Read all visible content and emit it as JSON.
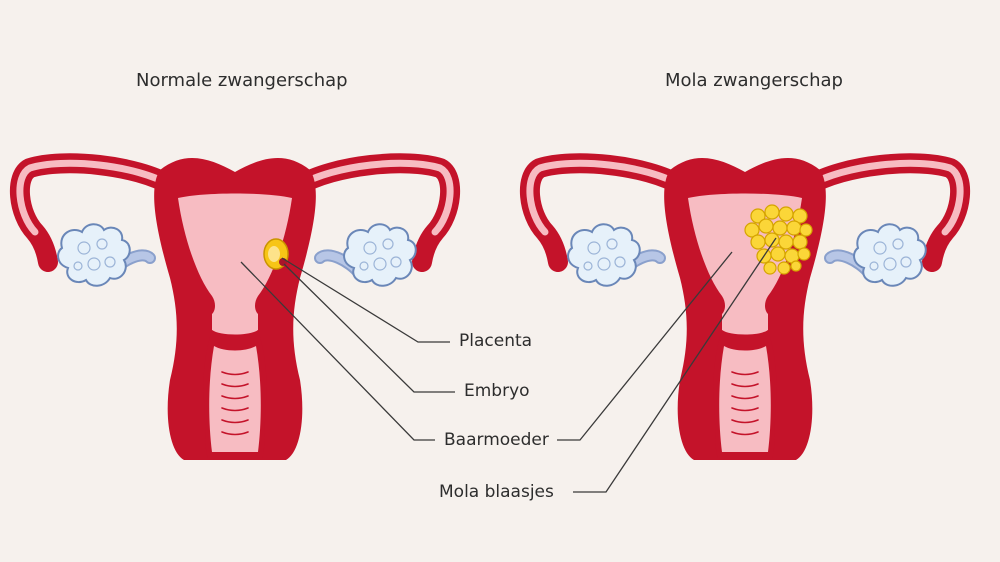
{
  "titles": {
    "normal": "Normale zwangerschap",
    "molar": "Mola zwangerschap"
  },
  "labels": {
    "placenta": "Placenta",
    "embryo": "Embryo",
    "uterus": "Baarmoeder",
    "mole": "Mola blaasjes"
  },
  "colors": {
    "background": "#f6f1ed",
    "uterus_wall": "#c4132a",
    "uterus_inner": "#f7bcc2",
    "ovary": "#e6f1fa",
    "ovary_outline": "#6a87b8",
    "ligament": "#b7c6e6",
    "placenta": "#f7c516",
    "mole_vesicles": "#fbd638",
    "leader_line": "#3a3a3a"
  }
}
